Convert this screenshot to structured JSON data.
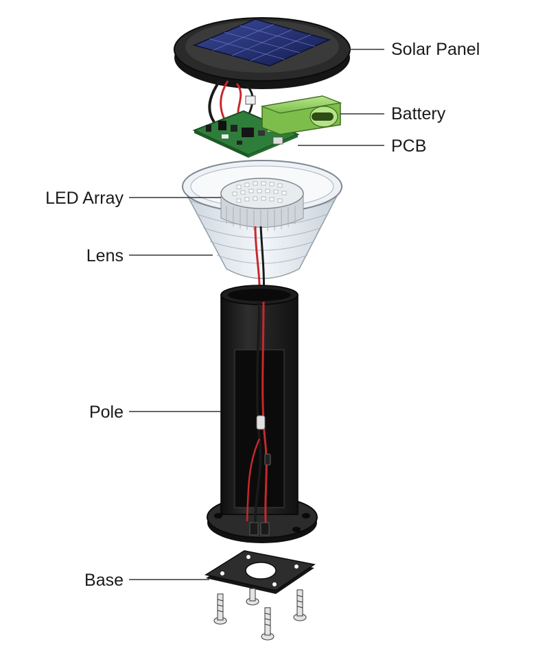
{
  "labels": {
    "solar_panel": "Solar Panel",
    "battery": "Battery",
    "pcb": "PCB",
    "led_array": "LED Array",
    "lens": "Lens",
    "pole": "Pole",
    "base": "Base"
  },
  "colors": {
    "solar_cell": "#1f2a66",
    "housing": "#1c1c1c",
    "pcb_green": "#2f7d3a",
    "battery_green": "#9bd46a",
    "wire_red": "#c8282d",
    "wire_black": "#1a1a1a",
    "lens": "#dfe7ee"
  }
}
